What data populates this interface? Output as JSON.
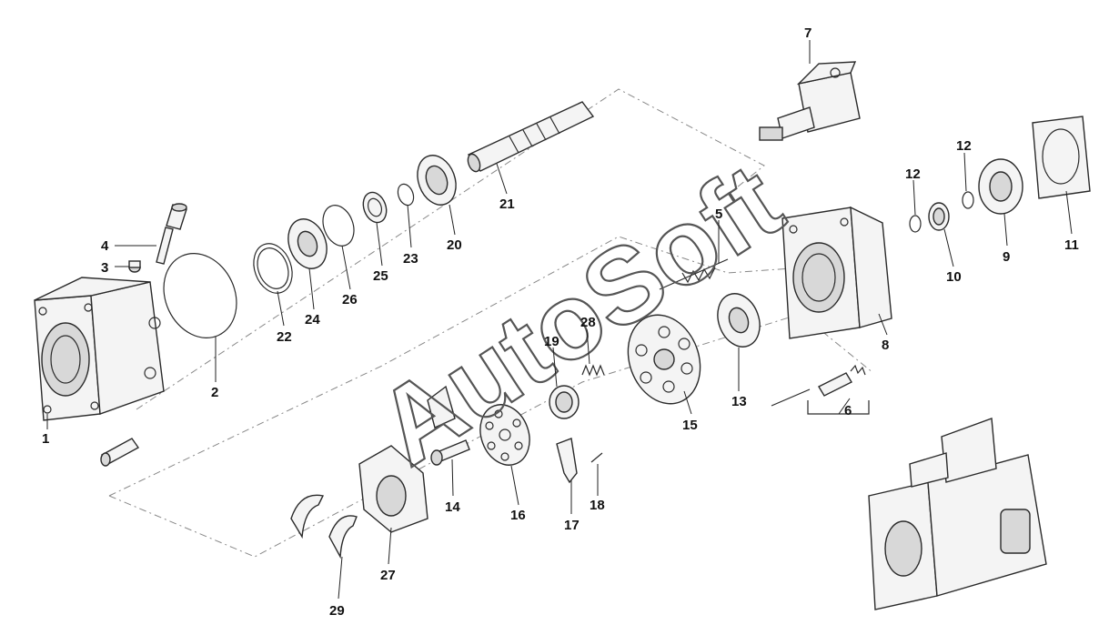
{
  "diagram": {
    "watermark": "AutoSoft",
    "callouts": [
      "1",
      "2",
      "3",
      "4",
      "5",
      "6",
      "7",
      "8",
      "9",
      "10",
      "11",
      "12",
      "12",
      "13",
      "14",
      "15",
      "16",
      "17",
      "18",
      "19",
      "20",
      "21",
      "22",
      "23",
      "24",
      "25",
      "26",
      "27",
      "28",
      "29"
    ]
  }
}
